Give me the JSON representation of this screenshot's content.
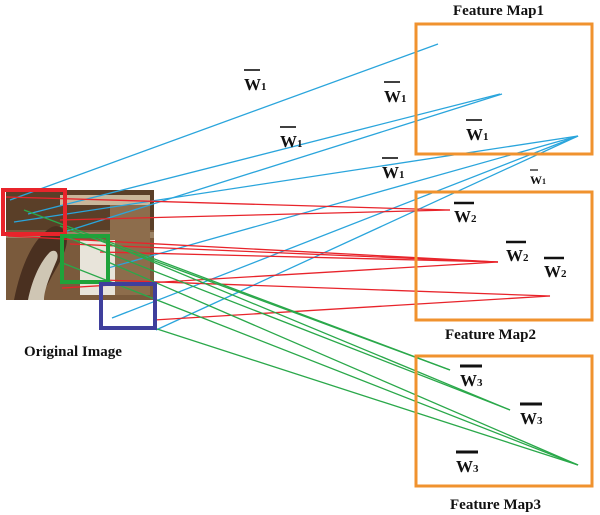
{
  "figure": {
    "source_label": "Original Image",
    "maps": [
      {
        "title": "Feature Map1",
        "color": "#f0922e"
      },
      {
        "title": "Feature Map2",
        "color": "#f0922e"
      },
      {
        "title": "Feature Map3",
        "color": "#f0922e"
      }
    ],
    "kernels": [
      {
        "color": "#e8242b",
        "line_color": "#e8242b"
      },
      {
        "color": "#1fa23a",
        "line_color": "#2aa84a"
      },
      {
        "color": "#3f3f9c",
        "line_color": "#2aa5dc"
      }
    ],
    "weights": {
      "w1": {
        "letter": "W",
        "sub": "1"
      },
      "w2": {
        "letter": "W",
        "sub": "2"
      },
      "w3": {
        "letter": "W",
        "sub": "3"
      }
    },
    "colors": {
      "blue_lines": "#2aa5dc",
      "red_lines": "#e8242b",
      "green_lines": "#2aa84a",
      "map_border": "#f0922e"
    }
  }
}
